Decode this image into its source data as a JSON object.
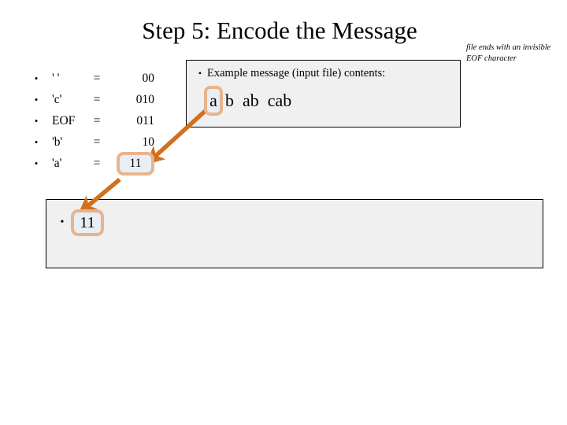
{
  "slide": {
    "title": "Step 5: Encode the Message",
    "side_note": "file ends with an invisible EOF character"
  },
  "codebook": {
    "bullet_glyph": "•",
    "equals": "=",
    "rows": [
      {
        "symbol": "' '",
        "code": "00",
        "highlighted": false
      },
      {
        "symbol": "'c'",
        "code": "010",
        "highlighted": false
      },
      {
        "symbol": "EOF",
        "code": "011",
        "highlighted": false
      },
      {
        "symbol": "'b'",
        "code": "10",
        "highlighted": false
      },
      {
        "symbol": "'a'",
        "code": "11",
        "highlighted": true
      }
    ]
  },
  "message_box": {
    "bullet_glyph": "•",
    "heading": "Example message (input file) contents:",
    "highlighted_char": "a",
    "remaining_text": "b  ab  cab"
  },
  "output_box": {
    "bullet_glyph": "•",
    "bits": "11"
  },
  "colors": {
    "arrow": "#d2701c",
    "highlight_border": "#e7b48e",
    "highlight_fill": "#e9eef4",
    "panel_fill": "#f0f0f0",
    "panel_border": "#000000",
    "text": "#000000"
  }
}
